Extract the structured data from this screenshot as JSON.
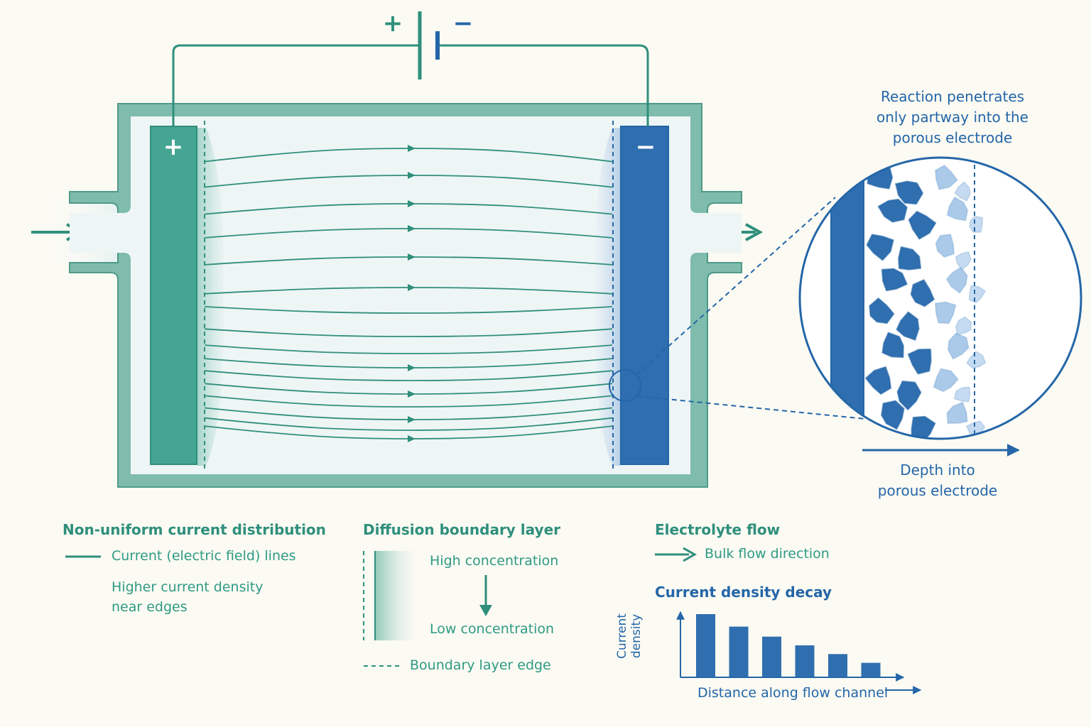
{
  "battery": {
    "plus": "+",
    "minus": "−"
  },
  "electrodes": {
    "anode_sign": "+",
    "cathode_sign": "−"
  },
  "inset": {
    "caption_lines": [
      "Reaction penetrates",
      "only partway into the",
      "porous electrode"
    ],
    "axis_label_lines": [
      "Depth into",
      "porous electrode"
    ]
  },
  "legend_current": {
    "title": "Non-uniform current distribution",
    "line_label": "Current (electric field) lines",
    "note_lines": [
      "Higher current density",
      "near edges"
    ]
  },
  "legend_boundary": {
    "title": "Diffusion boundary layer",
    "high": "High concentration",
    "low": "Low concentration",
    "edge_label": "Boundary layer edge"
  },
  "legend_flow": {
    "title": "Electrolyte flow",
    "arrow_label": "Bulk flow direction"
  },
  "decay": {
    "title": "Current density decay",
    "ylabel_lines": [
      "Current",
      "density"
    ],
    "xlabel": "Distance along flow channel",
    "values": [
      1.0,
      0.8,
      0.64,
      0.5,
      0.36,
      0.22
    ]
  },
  "colors": {
    "teal": "#2f8f7c",
    "teal_electrode": "#45a593",
    "blue": "#2466a8",
    "blue_electrode": "#2f6fb0"
  }
}
